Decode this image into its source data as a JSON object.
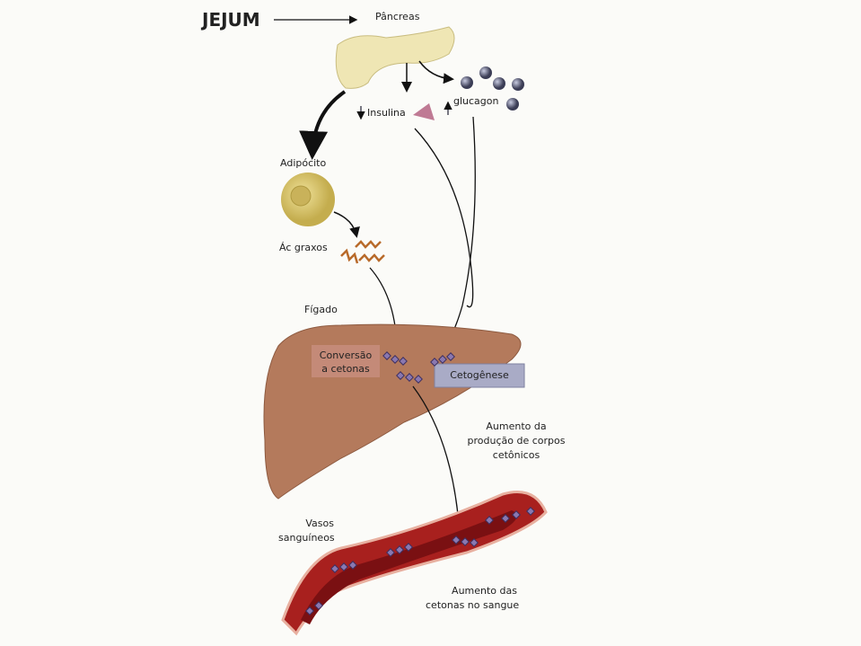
{
  "title": "JEJUM",
  "labels": {
    "pancreas": "Pâncreas",
    "insulin": "Insulina",
    "glucagon": "glucagon",
    "adipocyte": "Adipócito",
    "fatty_acids": "Ác graxos",
    "liver": "Fígado",
    "conversion_line1": "Conversão",
    "conversion_line2": "a cetonas",
    "ketogenesis": "Cetogênese",
    "production_line1": "Aumento  da",
    "production_line2": "produção de corpos",
    "production_line3": "cetônicos",
    "vessels_line1": "Vasos",
    "vessels_line2": "sanguíneos",
    "blood_line1": "Aumento  das",
    "blood_line2": "cetonas no sangue"
  },
  "colors": {
    "pancreas": "#efe6b4",
    "adipocyte": "#d9c56a",
    "liver": "#b47a5c",
    "vessel": "#a8201e",
    "ketone": "#8a78b0",
    "glucagon": "#555872",
    "ketogenesis_box": "#a9abc6"
  }
}
